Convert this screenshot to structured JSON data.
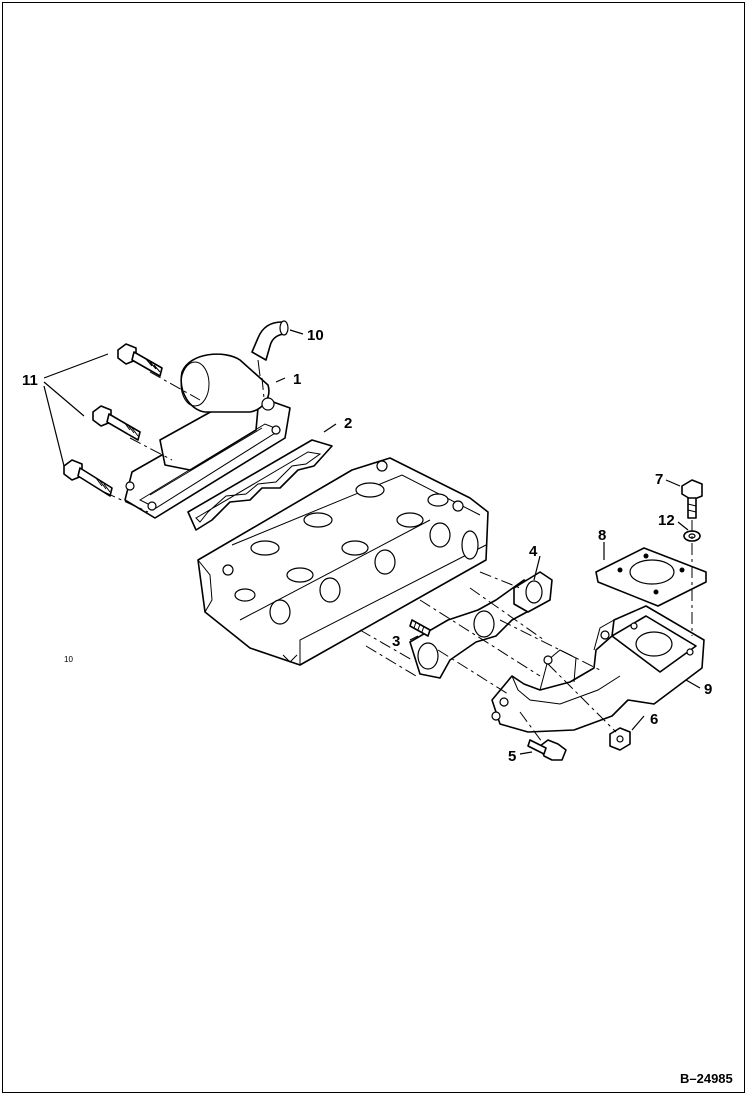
{
  "diagram": {
    "callouts": {
      "c1": "1",
      "c2": "2",
      "c3": "3",
      "c4": "4",
      "c5": "5",
      "c6": "6",
      "c7": "7",
      "c8": "8",
      "c9": "9",
      "c10": "10",
      "c11": "11",
      "c12": "12"
    },
    "page_note": "10",
    "reference": "B–24985"
  }
}
